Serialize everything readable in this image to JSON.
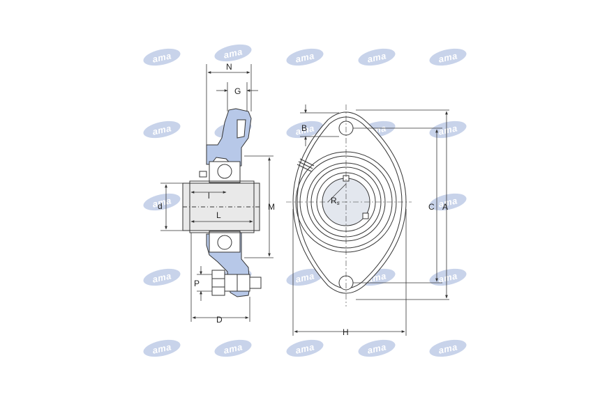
{
  "watermark": {
    "text": "ama"
  },
  "labels": {
    "N": "N",
    "G": "G",
    "B": "B",
    "d": "d",
    "l": "l",
    "L": "L",
    "M": "M",
    "P": "P",
    "D": "D",
    "C": "C",
    "A": "A",
    "H": "H",
    "Rs": "R",
    "Rs_sub": "s"
  },
  "colors": {
    "housing_fill": "#b7c8e8",
    "line": "#333333",
    "shaft_fill": "#e9e9e9",
    "watermark": "#c8d3ea"
  }
}
